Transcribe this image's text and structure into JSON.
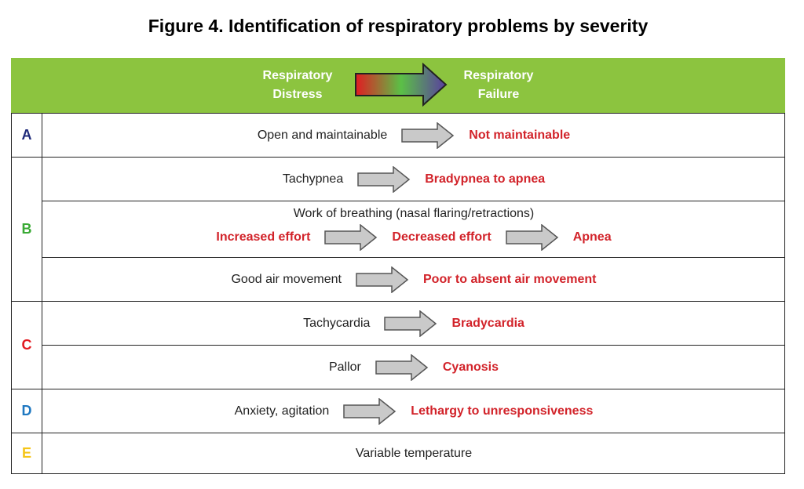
{
  "figure_title": "Figure 4. Identification of respiratory problems by severity",
  "header": {
    "left_line1": "Respiratory",
    "left_line2": "Distress",
    "right_line1": "Respiratory",
    "right_line2": "Failure",
    "gradient_colors": [
      "#e21b22",
      "#5bc046",
      "#5a3ea0"
    ]
  },
  "colors": {
    "header_bg": "#8cc43f",
    "severe_text": "#d2232a",
    "A": "#1f2a7a",
    "B": "#3aaa35",
    "C": "#e21b22",
    "D": "#1f78c1",
    "E": "#f5c518"
  },
  "rows": {
    "A": {
      "letter": "A",
      "from": "Open and maintainable",
      "to": "Not maintainable"
    },
    "B": {
      "letter": "B",
      "r1": {
        "from": "Tachypnea",
        "to": "Bradypnea to apnea"
      },
      "r2": {
        "caption": "Work of breathing (nasal flaring/retractions)",
        "s1": "Increased effort",
        "s2": "Decreased effort",
        "s3": "Apnea"
      },
      "r3": {
        "from": "Good air movement",
        "to": "Poor to absent air movement"
      }
    },
    "C": {
      "letter": "C",
      "r1": {
        "from": "Tachycardia",
        "to": "Bradycardia"
      },
      "r2": {
        "from": "Pallor",
        "to": "Cyanosis"
      }
    },
    "D": {
      "letter": "D",
      "from": "Anxiety, agitation",
      "to": "Lethargy to unresponsiveness"
    },
    "E": {
      "letter": "E",
      "text": "Variable temperature"
    }
  }
}
